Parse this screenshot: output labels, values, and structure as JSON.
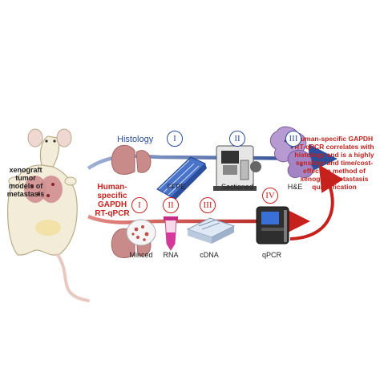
{
  "left_label": "xenograft tumor\nmodels of\nmetastasis",
  "histology": {
    "title": "Histology",
    "steps": [
      {
        "numeral": "I",
        "label": "FFPE"
      },
      {
        "numeral": "II",
        "label": "Sectioned"
      },
      {
        "numeral": "III",
        "label": "H&E"
      }
    ]
  },
  "qpcr": {
    "title": "Human-specific\nGAPDH\nRT-qPCR",
    "steps": [
      {
        "numeral": "I",
        "label": "Minced"
      },
      {
        "numeral": "II",
        "label": "RNA"
      },
      {
        "numeral": "III",
        "label": "cDNA"
      },
      {
        "numeral": "IV",
        "label": "qPCR"
      }
    ]
  },
  "conclusion": "Human-specific GAPDH\nRT-qPCR correlates with\nhistology and is a highly\nsensitive and time/cost-\neffective method of\nxenograft metastasis\nquantification",
  "colors": {
    "histology": "#2b4f9c",
    "qpcr": "#c6211c",
    "tissue": "#c98a8a",
    "he_stain": "#9b7bb8"
  },
  "icons": [
    "mouse-icon",
    "lung-tissue-icon",
    "cassette-icon",
    "microtome-icon",
    "he-slide-icon",
    "minced-tissue-icon",
    "rna-tube-icon",
    "cdna-plate-icon",
    "qpcr-machine-icon"
  ]
}
